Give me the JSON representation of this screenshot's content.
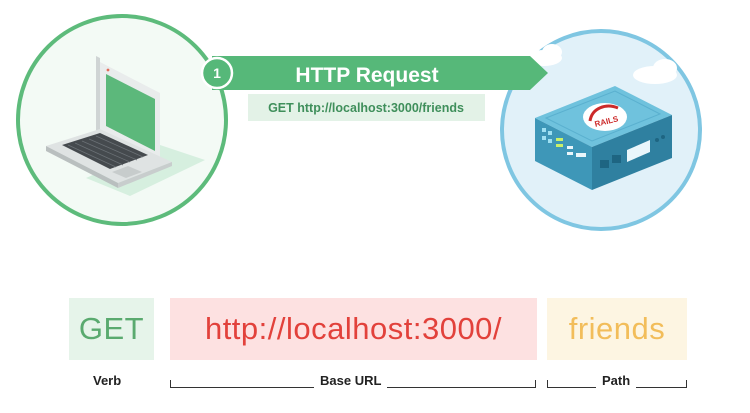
{
  "request": {
    "step_number": "1",
    "title": "HTTP Request",
    "url_line": "GET http://localhost:3000/friends"
  },
  "server": {
    "logo_text": "RAILS"
  },
  "breakdown": {
    "verb": {
      "text": "GET",
      "caption": "Verb"
    },
    "base_url": {
      "text": "http://localhost:3000/",
      "caption": "Base URL"
    },
    "path": {
      "text": "friends",
      "caption": "Path"
    }
  },
  "colors": {
    "client_ring": "#5dbb7b",
    "server_ring": "#7fc6e2",
    "arrow_green": "#56b879",
    "verb_bg": "#e6f4ea",
    "verb_fg": "#5aaa6f",
    "base_bg": "#fde1e1",
    "base_fg": "#e2413b",
    "path_bg": "#fdf5e2",
    "path_fg": "#f2bd5a",
    "url_box_bg": "#e3f2e7",
    "url_box_fg": "#3f8f5b"
  }
}
